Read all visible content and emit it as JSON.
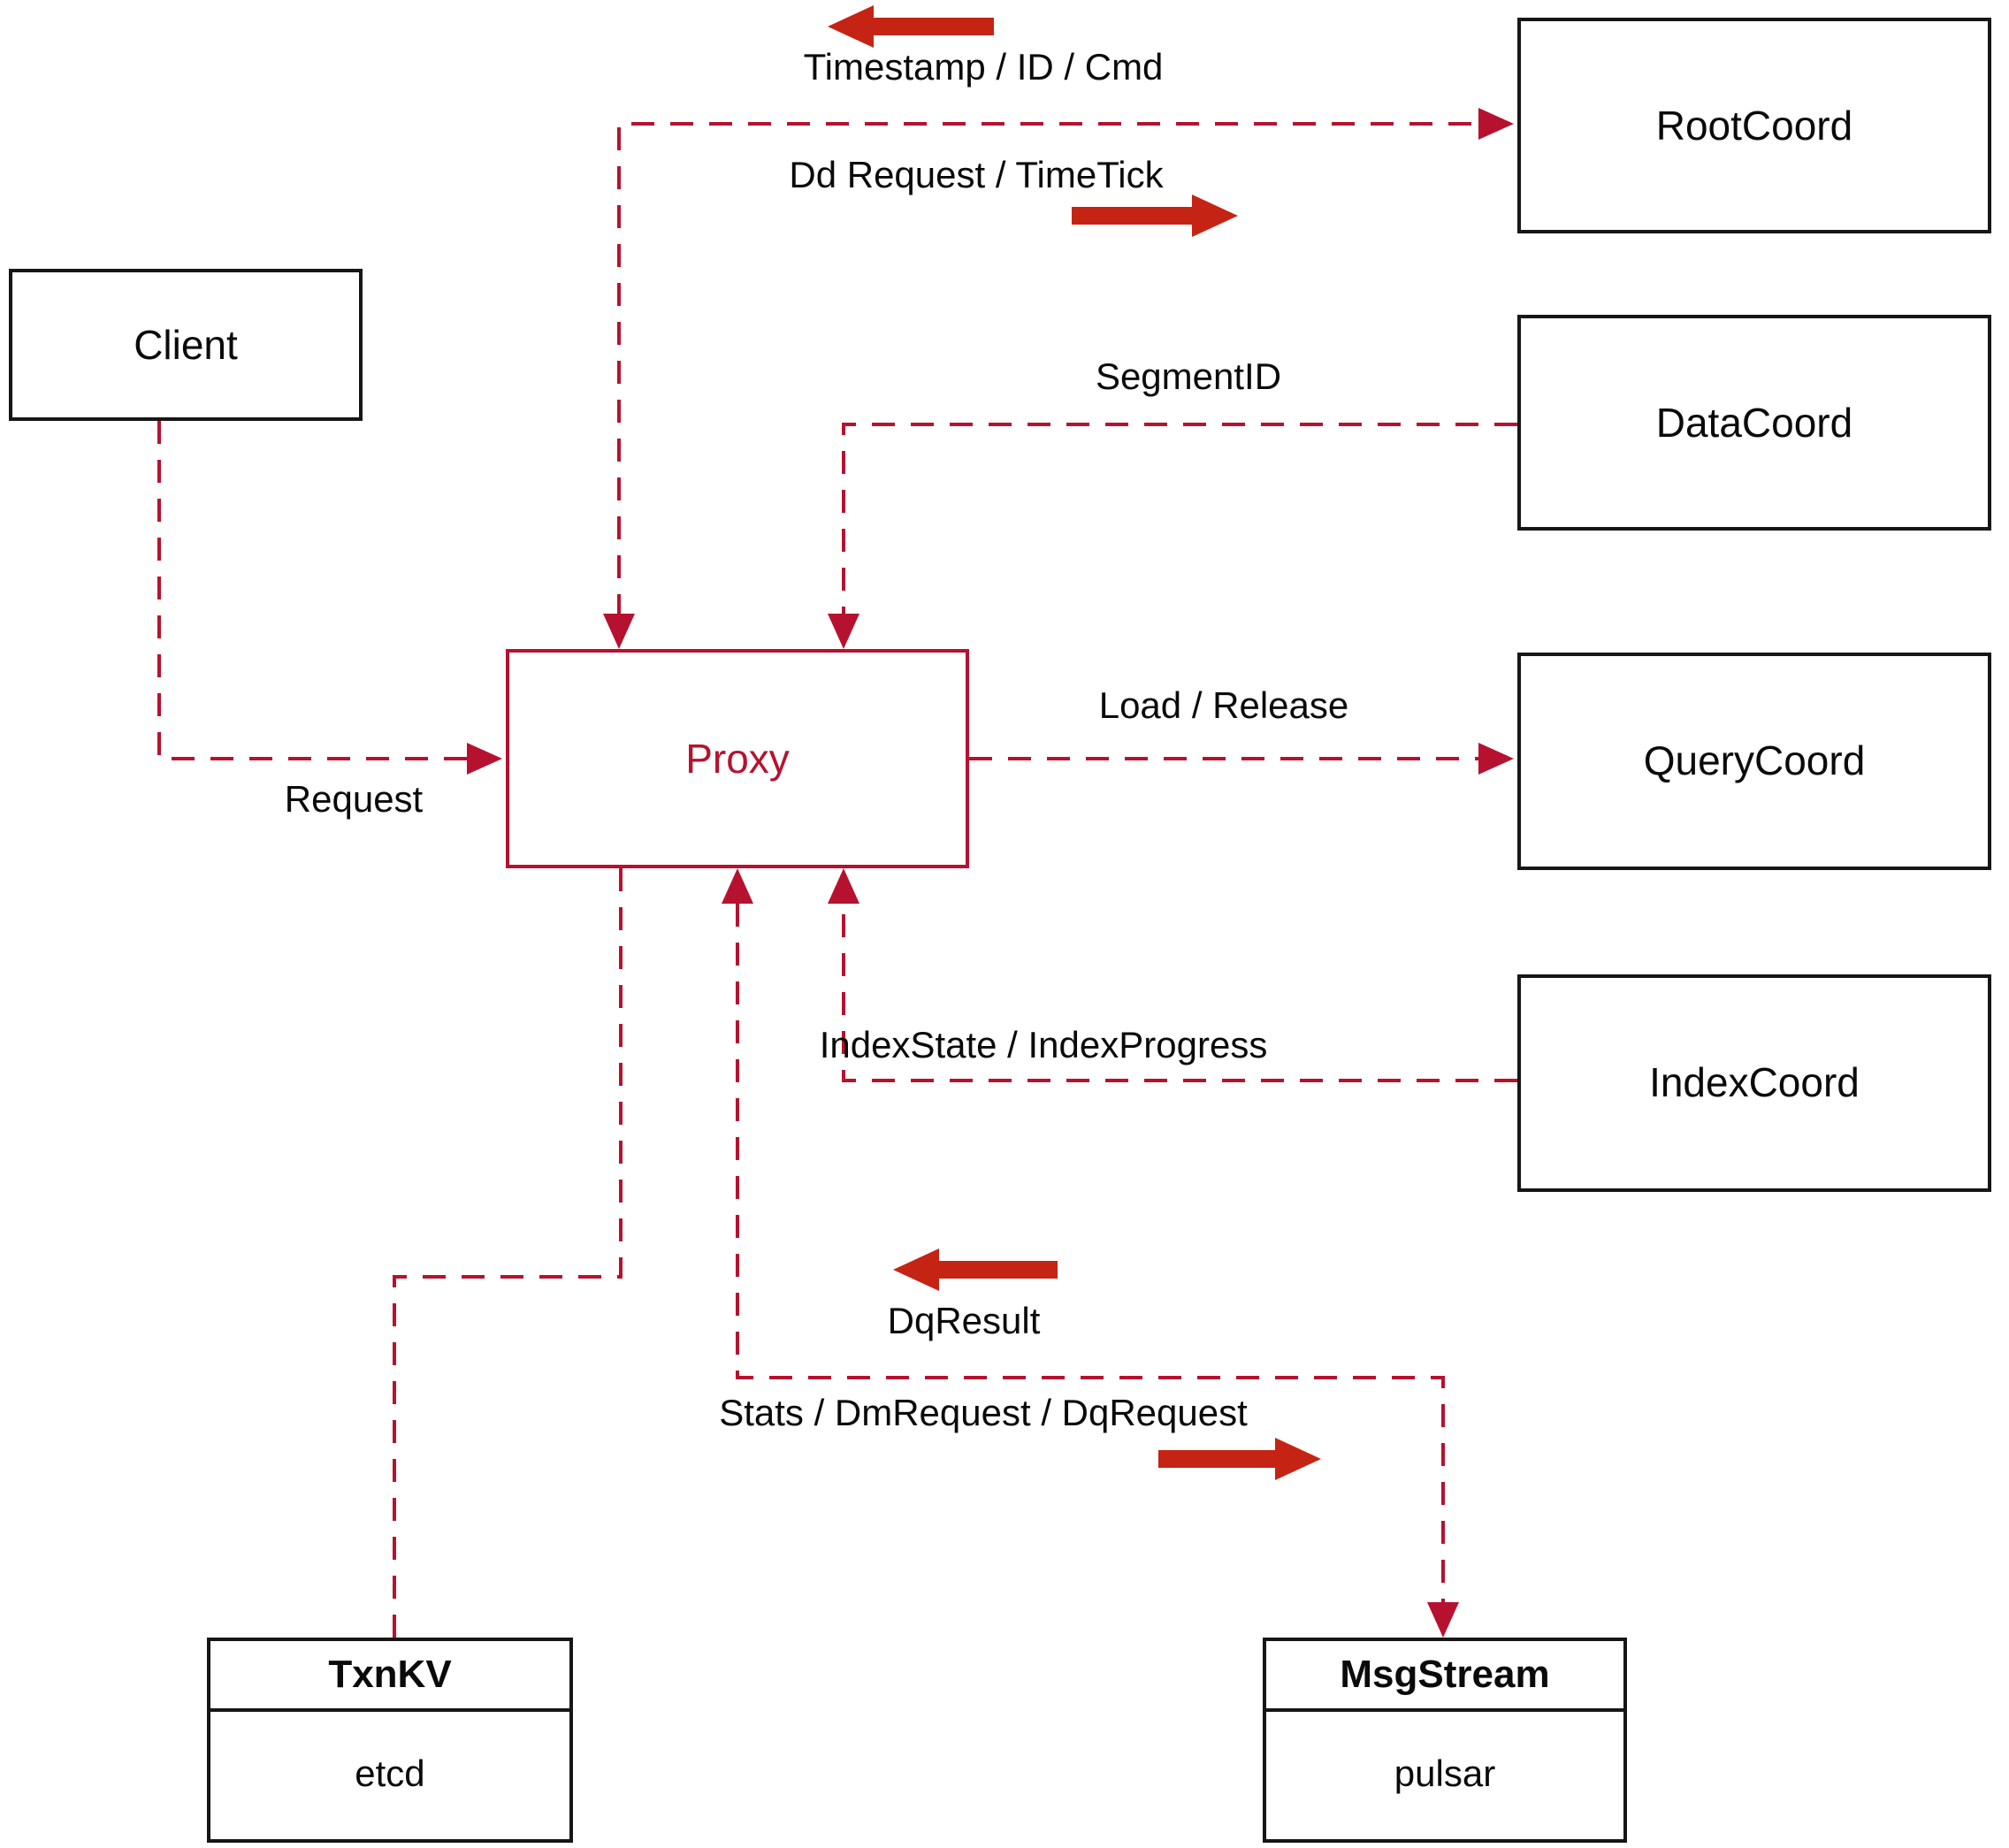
{
  "nodes": {
    "client": {
      "label": "Client"
    },
    "proxy": {
      "label": "Proxy"
    },
    "root_coord": {
      "label": "RootCoord"
    },
    "data_coord": {
      "label": "DataCoord"
    },
    "query_coord": {
      "label": "QueryCoord"
    },
    "index_coord": {
      "label": "IndexCoord"
    },
    "txn_kv": {
      "title": "TxnKV",
      "impl": "etcd"
    },
    "msg_stream": {
      "title": "MsgStream",
      "impl": "pulsar"
    }
  },
  "edge_labels": {
    "timestamp_id_cmd": "Timestamp / ID / Cmd",
    "dd_request_timetick": "Dd Request / TimeTick",
    "segment_id": "SegmentID",
    "load_release": "Load / Release",
    "request": "Request",
    "index_state_progress": "IndexState / IndexProgress",
    "dq_result": "DqResult",
    "stats_dm_dq_request": "Stats / DmRequest / DqRequest"
  },
  "colors": {
    "dashed_line": "#b6122f",
    "solid_arrow": "#c52414",
    "proxy_accent": "#b6122f",
    "box_border": "#161616",
    "label_text": "#0a0a0a",
    "background": "#ffffff"
  },
  "icons": {
    "top_reply": "arrow-left-icon",
    "top_send": "arrow-right-icon",
    "bottom_reply": "arrow-left-icon",
    "bottom_send": "arrow-right-icon"
  }
}
